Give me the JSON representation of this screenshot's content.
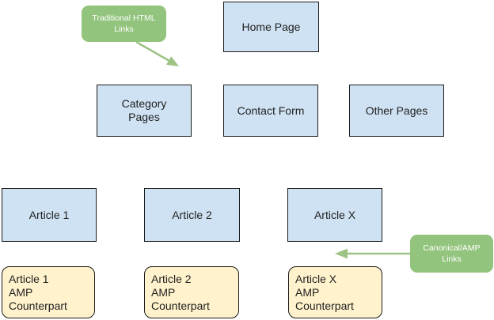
{
  "colors": {
    "background": "#ffffff",
    "node_fill": "#cfe2f3",
    "node_border": "#1a1a1a",
    "amp_fill": "#fff2cc",
    "amp_border": "#1a1a1a",
    "callout_fill": "#93c47d",
    "callout_text": "#ffffff",
    "arrow": "#9cc384",
    "node_text": "#212121"
  },
  "nodes": {
    "home": {
      "label": "Home Page"
    },
    "category": {
      "label": "Category\nPages"
    },
    "contact": {
      "label": "Contact Form"
    },
    "other": {
      "label": "Other Pages"
    },
    "article1": {
      "label": "Article 1"
    },
    "article2": {
      "label": "Article 2"
    },
    "articleX": {
      "label": "Article X"
    },
    "amp1": {
      "label": "Article 1\nAMP\nCounterpart"
    },
    "amp2": {
      "label": "Article 2\nAMP\nCounterpart"
    },
    "ampX": {
      "label": "Article X\nAMP\nCounterpart"
    }
  },
  "callouts": {
    "traditional": {
      "label": "Traditional HTML\nLinks"
    },
    "canonical": {
      "label": "Canonical/AMP\nLinks"
    }
  }
}
